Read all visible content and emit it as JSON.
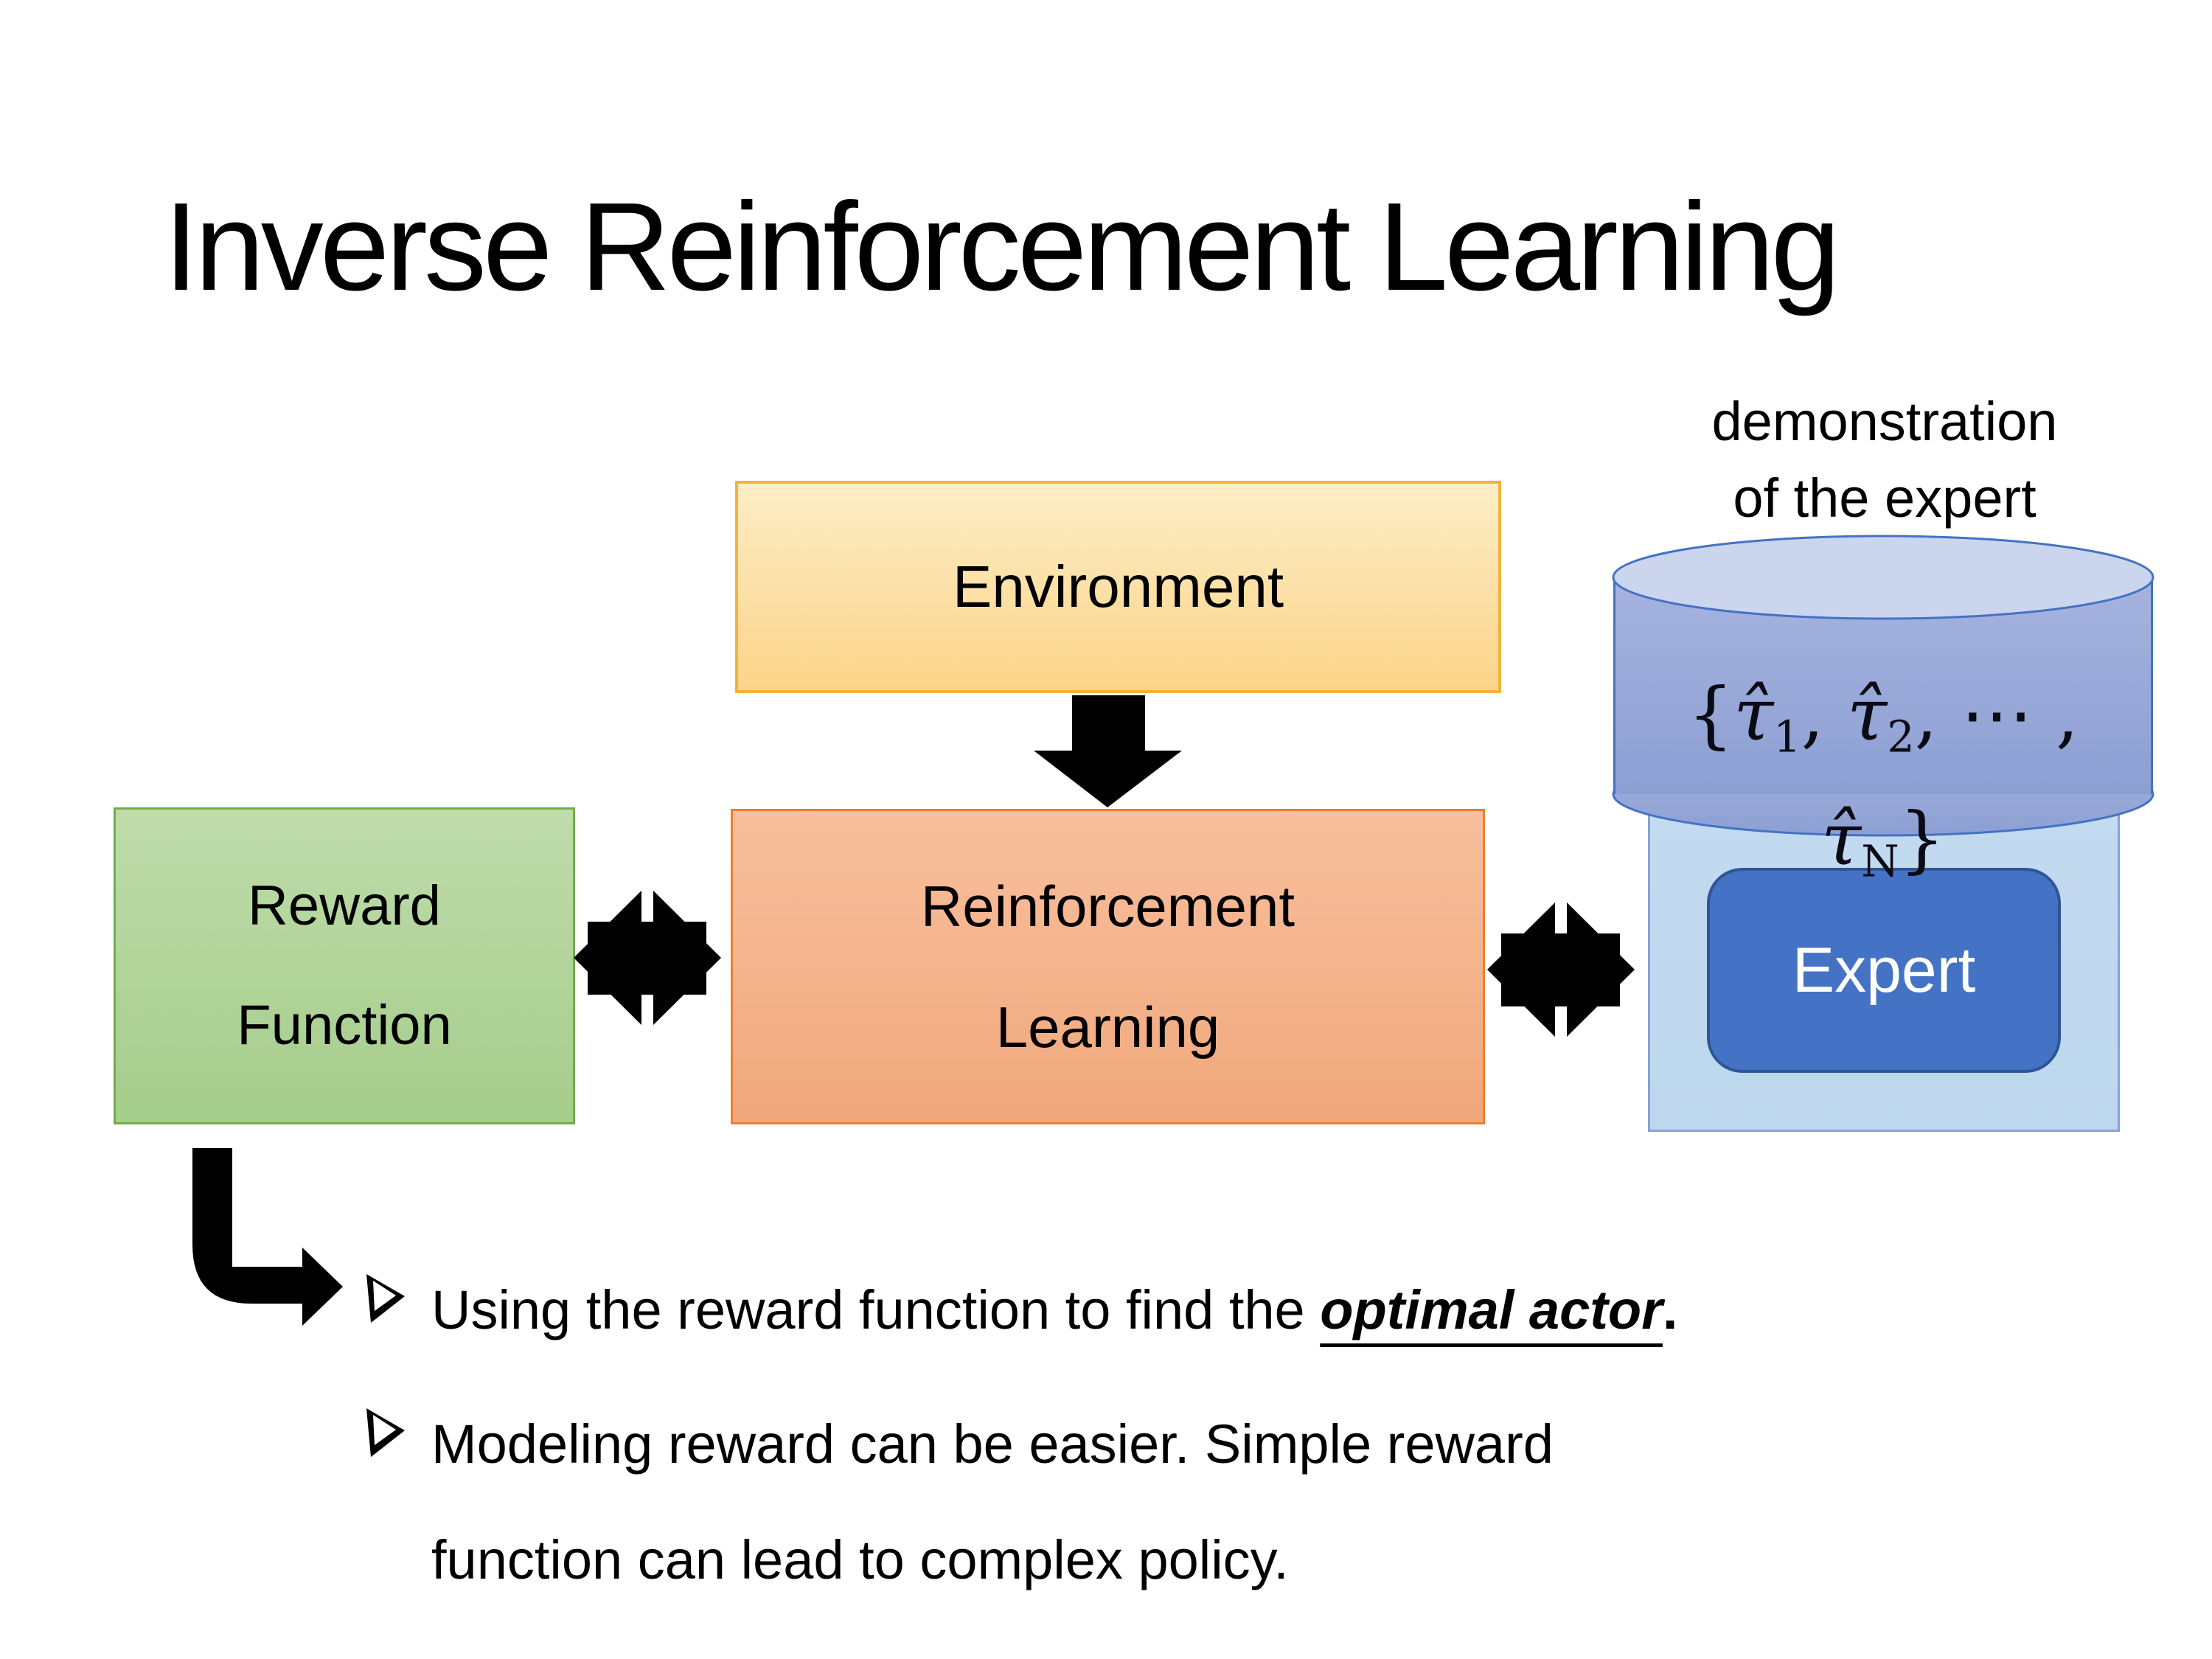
{
  "slide": {
    "title": "Inverse Reinforcement Learning",
    "annotation": {
      "line1": "demonstration",
      "line2": "of the expert"
    },
    "boxes": {
      "environment": {
        "label": "Environment"
      },
      "reward": {
        "line1": "Reward",
        "line2": "Function"
      },
      "reinforcement_learning": {
        "line1": "Reinforcement",
        "line2": "Learning"
      },
      "expert": {
        "label": "Expert"
      }
    },
    "formula": {
      "open": "{",
      "tau1": "τ̂",
      "sub1": "1",
      "sep1": ", ",
      "tau2": "τ̂",
      "sub2": "2",
      "sep2": ", ",
      "dots": "⋯",
      "sep3": " , ",
      "tauN": "τ̂",
      "subN": "N",
      "close": "}"
    },
    "bullets": [
      {
        "pre": "Using the reward function to find the ",
        "em": "optimal actor",
        "post": "."
      },
      {
        "line1": "Modeling reward can be easier. Simple reward",
        "line2": "function can lead to complex policy."
      }
    ],
    "icons": {
      "down_arrow": "black block arrow pointing down",
      "double_arrow_left": "black double-headed exchange arrow cluster",
      "double_arrow_right": "black double-headed exchange arrow cluster",
      "elbow_arrow": "black bent arrow down then right",
      "bullet_arrowhead": "➢",
      "database_cylinder": "blue data cylinder"
    },
    "colors": {
      "env_fill_top": "#FDEDC6",
      "env_fill_bottom": "#FBD489",
      "env_border": "#F0B43C",
      "rl_fill_top": "#F8BF9D",
      "rl_fill_bottom": "#F0A87C",
      "rl_border": "#ED7D31",
      "reward_fill_top": "#BFDCAB",
      "reward_fill_bottom": "#A5CD8B",
      "reward_border": "#70AD47",
      "container_fill": "#BDD7EE",
      "container_border": "#85A3D1",
      "expert_fill": "#4472C4",
      "expert_border": "#2F5597",
      "expert_text": "#FFFFFF",
      "cyl_body_top": "#A6B3DF",
      "cyl_body_bottom": "#8C9FD3",
      "cyl_top_fill": "#CBD5EE",
      "cyl_border": "#4472C4",
      "arrow_black": "#000000",
      "text_black": "#000000"
    }
  }
}
